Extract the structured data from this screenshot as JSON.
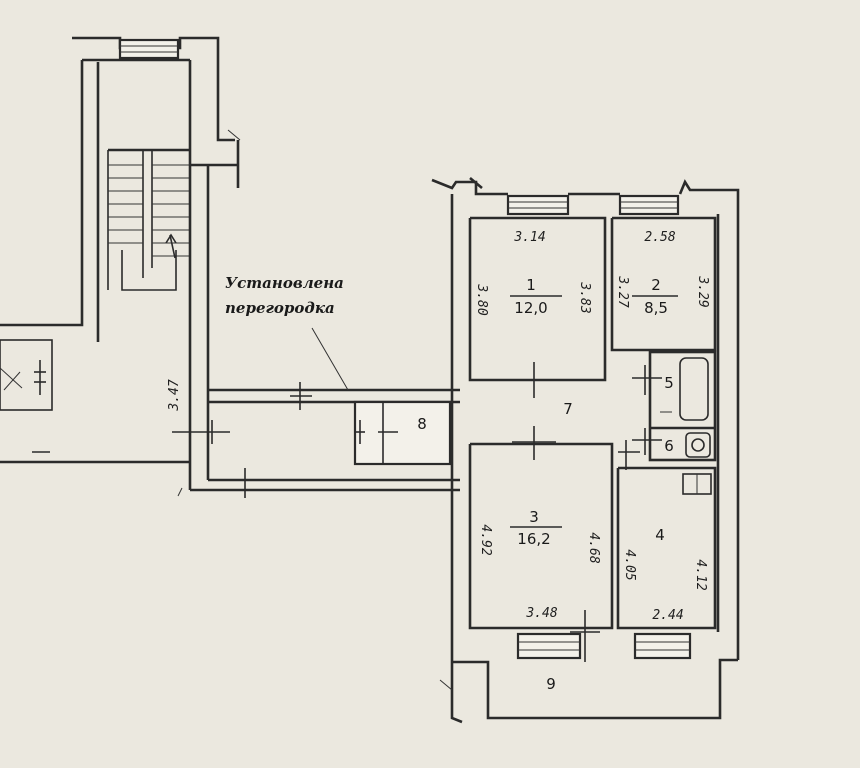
{
  "annotation": {
    "line1": "Установлена",
    "line2": "перегородка"
  },
  "rooms": [
    {
      "number": "1",
      "area": "12,0"
    },
    {
      "number": "2",
      "area": "8,5"
    },
    {
      "number": "3",
      "area": "16,2"
    },
    {
      "number": "4"
    },
    {
      "number": "5"
    },
    {
      "number": "6"
    },
    {
      "number": "7"
    },
    {
      "number": "8"
    },
    {
      "number": "9"
    }
  ],
  "dimensions": {
    "room1_top": "3.14",
    "room1_left": "3.80",
    "room1_right": "3.83",
    "room2_top": "2.58",
    "room2_left": "3.27",
    "room2_right": "3.29",
    "room3_bottom": "3.48",
    "room3_left": "4.92",
    "room3_right": "4.68",
    "room4_bottom": "2.44",
    "room4_left": "4.05",
    "room4_right": "4.12",
    "corridor": "3.47"
  }
}
